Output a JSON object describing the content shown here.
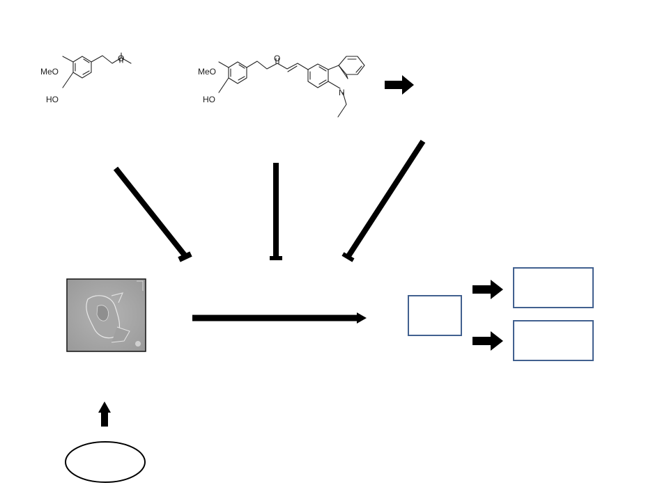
{
  "structures": {
    "left_molecule": {
      "substituent_top": "MeO",
      "substituent_bottom": "HO",
      "carbonyl_oxygen": "O"
    },
    "right_molecule": {
      "substituent_top": "MeO",
      "substituent_bottom": "HO",
      "carbonyl_oxygen": "O",
      "ring_nitrogen": "N"
    }
  },
  "colors": {
    "arrow": "#000000",
    "box_border": "#41608f",
    "ellipse_border": "#000000"
  },
  "icons": {
    "block_arrow": "right-block-arrow-icon",
    "up_arrow": "up-block-arrow-icon",
    "cell_image": "cell-micrograph"
  }
}
